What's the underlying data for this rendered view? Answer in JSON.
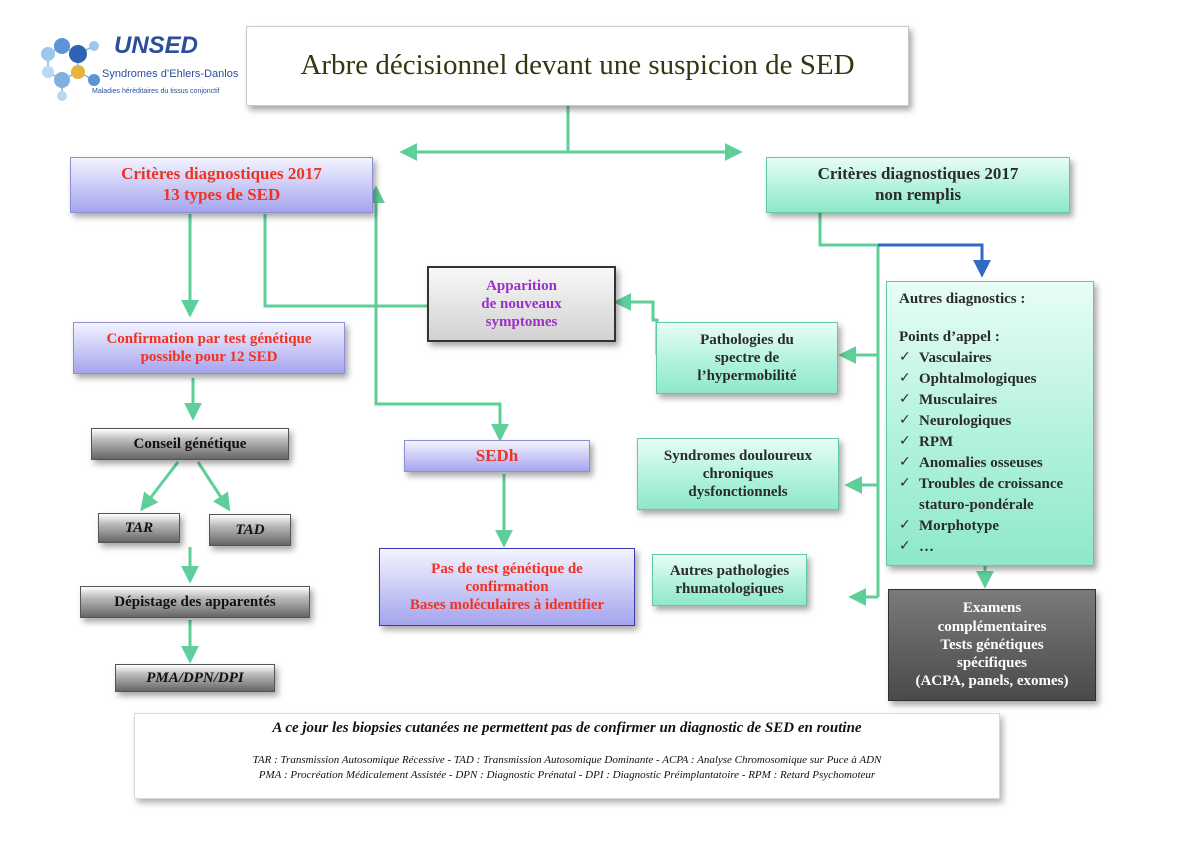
{
  "logo": {
    "name": "UNSED",
    "subtitle": "Syndromes d’Ehlers-Danlos",
    "tagline": "Maladies héréditaires du tissus conjonctif"
  },
  "title": "Arbre décisionnel devant une suspicion de SED",
  "criteria_met": {
    "line1": "Critères diagnostiques 2017",
    "line2": "13 types de SED"
  },
  "criteria_not_met": {
    "line1": "Critères diagnostiques 2017",
    "line2": "non remplis"
  },
  "confirmation": {
    "line1": "Confirmation par test génétique",
    "line2": "possible pour 12 SED"
  },
  "genetic_counseling": "Conseil génétique",
  "tar": "TAR",
  "tad": "TAD",
  "screening": "Dépistage des apparentés",
  "pma": "PMA/DPN/DPI",
  "new_symptoms": {
    "line1": "Apparition",
    "line2": "de nouveaux",
    "line3": "symptomes"
  },
  "sedh": "SEDh",
  "no_test": {
    "line1": "Pas de test génétique de",
    "line2": "confirmation",
    "line3": "Bases moléculaires à identifier"
  },
  "hypermobility": {
    "line1": "Pathologies du",
    "line2": "spectre de",
    "line3": "l’hypermobilité"
  },
  "pain_syndromes": {
    "line1": "Syndromes douloureux",
    "line2": "chroniques",
    "line3": "dysfonctionnels"
  },
  "rheumato": {
    "line1": "Autres pathologies",
    "line2": "rhumatologiques"
  },
  "other_diagnostics": {
    "heading": "Autres diagnostics :",
    "subheading": "Points d’appel :",
    "check": "✓",
    "items": [
      "Vasculaires",
      "Ophtalmologiques",
      "Musculaires",
      "Neurologiques",
      "RPM",
      "Anomalies osseuses",
      "Troubles de croissance staturo-pondérale",
      "Morphotype",
      "…"
    ]
  },
  "exams": {
    "line1": "Examens",
    "line2": "complémentaires",
    "line3": "Tests génétiques",
    "line4": "spécifiques",
    "line5": "(ACPA, panels, exomes)"
  },
  "note": {
    "main": "A ce jour les biopsies cutanées ne permettent pas de confirmer un diagnostic de SED en routine",
    "legend1": "TAR : Transmission Autosomique Récessive  - TAD : Transmission Autosomique Dominante - ACPA : Analyse Chromosomique sur Puce à ADN",
    "legend2": "PMA : Procréation Médicalement Assistée  - DPN : Diagnostic Prénatal - DPI : Diagnostic Préimplantatoire  - RPM : Retard Psychomoteur"
  },
  "colors": {
    "arrow_green": "#5fcf9a",
    "arrow_blue": "#2f6bc4",
    "red_text": "#ee3322",
    "purple_text": "#9b2fc8"
  }
}
